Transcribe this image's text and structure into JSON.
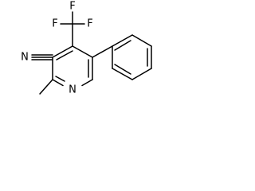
{
  "molecule": {
    "atoms": {
      "f1": "F",
      "f2": "F",
      "f3": "F",
      "n_ring": "N",
      "n_nitrile": "N"
    },
    "colors": {
      "bond": "#000000",
      "text": "#000000",
      "background": "#ffffff"
    }
  }
}
